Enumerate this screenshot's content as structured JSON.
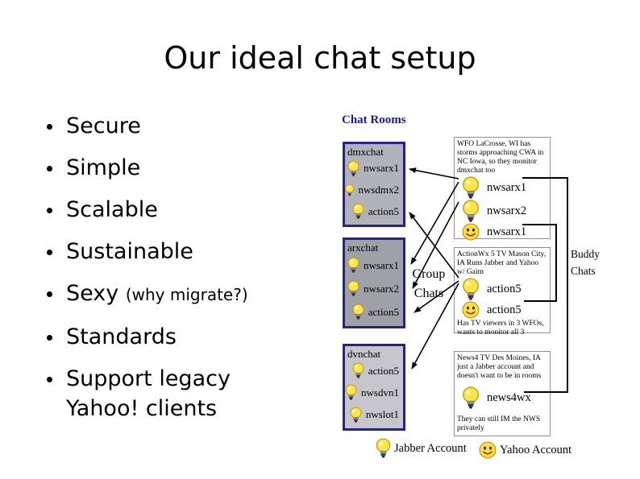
{
  "slide": {
    "title": "Our ideal chat setup"
  },
  "bullets": [
    {
      "text": "Secure"
    },
    {
      "text": "Simple"
    },
    {
      "text": "Scalable"
    },
    {
      "text": "Sustainable"
    },
    {
      "text": "Sexy",
      "note": "(why migrate?)"
    },
    {
      "text": "Standards"
    },
    {
      "text": "Support legacy Yahoo! clients"
    }
  ],
  "diagram": {
    "chat_rooms_label": "Chat Rooms",
    "group_chats_label": {
      "line1": "Group",
      "line2": "Chats"
    },
    "buddy_chats_label": {
      "line1": "Buddy",
      "line2": "Chats"
    },
    "rooms": [
      {
        "name": "dmxchat",
        "members": [
          {
            "icon": "jabber-lightbulb",
            "name": "nwsarx1"
          },
          {
            "icon": "jabber-lightbulb",
            "name": "nwsdmx2"
          },
          {
            "icon": "jabber-lightbulb",
            "name": "action5"
          }
        ]
      },
      {
        "name": "arxchat",
        "members": [
          {
            "icon": "jabber-lightbulb",
            "name": "nwsarx1"
          },
          {
            "icon": "jabber-lightbulb",
            "name": "nwsarx2"
          },
          {
            "icon": "jabber-lightbulb",
            "name": "action5"
          }
        ]
      },
      {
        "name": "dvnchat",
        "members": [
          {
            "icon": "jabber-lightbulb",
            "name": "action5"
          },
          {
            "icon": "jabber-lightbulb",
            "name": "nwsdvn1"
          },
          {
            "icon": "jabber-lightbulb",
            "name": "nwslot1"
          }
        ]
      }
    ],
    "groups": [
      {
        "desc": "WFO LaCrosse, WI has storms approaching CWA in NC Iowa, so they monitor dmxchat too",
        "members": [
          {
            "icon": "jabber-lightbulb",
            "name": "nwsarx1"
          },
          {
            "icon": "jabber-lightbulb",
            "name": "nwsarx2"
          },
          {
            "icon": "yahoo-smiley",
            "name": "nwsarx1"
          }
        ],
        "footer": ""
      },
      {
        "desc": "ActionWx 5 TV Mason City, IA Runs Jabber and Yahoo w/ Gaim",
        "members": [
          {
            "icon": "jabber-lightbulb",
            "name": "action5"
          },
          {
            "icon": "yahoo-smiley",
            "name": "action5"
          }
        ],
        "footer": "Has TV viewers in 3 WFOs, wants to monitor all 3"
      },
      {
        "desc": "News4 TV Des Moines, IA just a Jabber account and doesn't want to be in rooms",
        "members": [
          {
            "icon": "jabber-lightbulb",
            "name": "news4wx"
          }
        ],
        "footer": "They can still IM the NWS privately"
      }
    ],
    "legend": [
      {
        "icon": "jabber-lightbulb",
        "label": "Jabber Account"
      },
      {
        "icon": "yahoo-smiley",
        "label": "Yahoo Account"
      }
    ],
    "colors": {
      "chat_rooms_label": "#1a1a8c",
      "room_border": "#24248c",
      "room_fill_dmxchat": "#b2b2ba",
      "room_fill_arxchat": "#a0a0a8",
      "room_fill_dvnchat": "#c6c6cc",
      "bulb_yellow": "#ffe545",
      "smiley_yellow": "#ffdd44",
      "connector": "#000000"
    }
  }
}
